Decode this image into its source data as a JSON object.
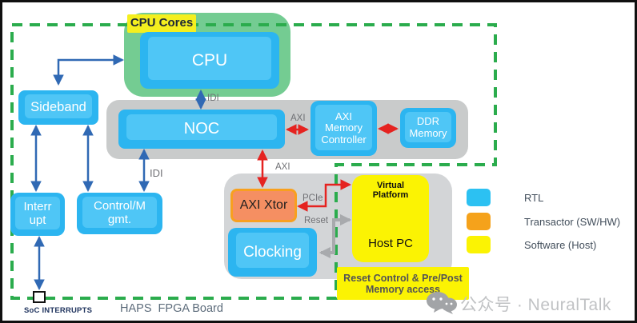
{
  "boxes": {
    "cpu_cores_label": "CPU Cores",
    "cpu": "CPU",
    "sideband": "Sideband",
    "noc": "NOC",
    "axi_memory_controller": {
      "lines": [
        "AXI",
        "Memory",
        "Controller"
      ]
    },
    "ddr_memory": {
      "lines": [
        "DDR",
        "Memory"
      ]
    },
    "interrupt": {
      "lines": [
        "Interr",
        "upt"
      ]
    },
    "control_mgmt": {
      "lines": [
        "Control/M",
        "gmt."
      ]
    },
    "axi_xtor": "AXI Xtor",
    "clocking": "Clocking",
    "virtual_platform": {
      "lines": [
        "Virtual",
        "Platform"
      ],
      "host": "Host PC"
    },
    "reset_control": {
      "lines": [
        "Reset Control & Pre/Post",
        "Memory access"
      ]
    }
  },
  "bus_labels": {
    "idi_cpu_noc": "IDI",
    "idi_noc_control": "IDI",
    "axi_noc_memctrl": "AXI",
    "axi_noc_xtor": "AXI",
    "pcie": "PCIe",
    "reset": "Reset"
  },
  "legend": {
    "items": [
      {
        "label": "RTL",
        "color": "#2CC1F2"
      },
      {
        "label": "Transactor (SW/HW)",
        "color": "#F5A21B"
      },
      {
        "label": "Software (Host)",
        "color": "#FBF303"
      }
    ]
  },
  "footer": {
    "soc_interrupts": "SoC INTERRUPTS",
    "board": "HAPS  FPGA Board"
  },
  "watermark": {
    "text": "公众号 · NeuralTalk"
  },
  "colors": {
    "rtl_blue": "#2CB5F0",
    "transactor_orange": "#F5A21B",
    "software_yellow": "#FBF303",
    "dashed_green": "#2BAC4D",
    "blue_arrow": "#3069B4",
    "red_arrow": "#E52320",
    "gray_arrow": "#A8AAAD"
  }
}
